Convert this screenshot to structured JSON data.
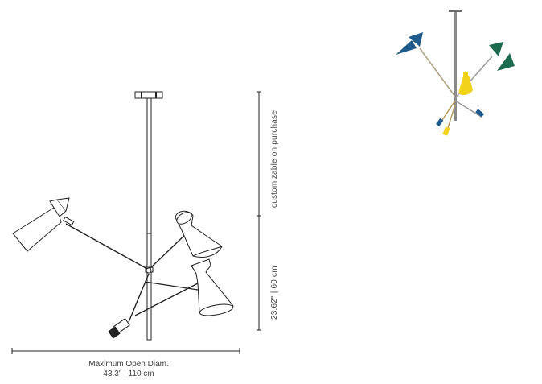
{
  "dimensions": {
    "height_label": "customizable on purchase",
    "drop_label": "23.62\" | 60 cm",
    "diameter_title": "Maximum Open Diam.",
    "diameter_value": "43.3\" | 110 cm"
  },
  "colors": {
    "line": "#222222",
    "shade_blue": "#1f5a8c",
    "shade_green": "#1d6b4f",
    "shade_yellow": "#f2d21b",
    "brass": "#b89b5e"
  }
}
